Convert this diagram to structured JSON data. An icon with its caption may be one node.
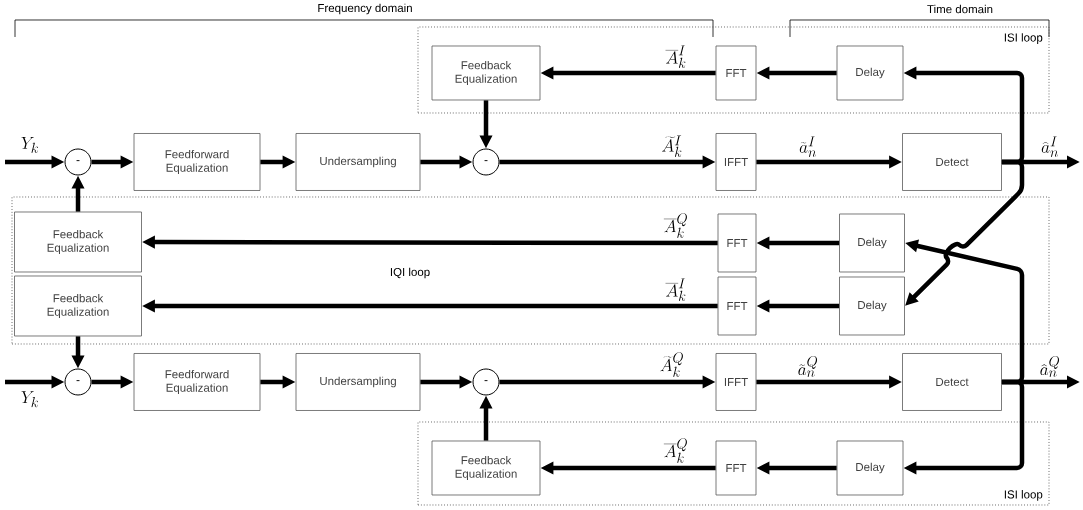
{
  "diagram": {
    "nodes": [
      {
        "text": [
          "ISI loop"
        ]
      },
      {
        "text": [
          "Feedback Equalization"
        ],
        "in": 0
      },
      {
        "text": [
          "FFT"
        ],
        "in": 0
      },
      {
        "text": [
          "Delay"
        ],
        "in": 0
      },
      {
        "text": [
          "-"
        ]
      },
      {
        "text": [
          "Feedforward Equalization"
        ]
      },
      {
        "text": [
          "Undersampling"
        ]
      },
      {
        "text": [
          "-"
        ]
      },
      {
        "text": [
          "IFFT"
        ]
      },
      {
        "text": [
          "Detect"
        ]
      },
      {
        "text": [
          "IQI loop"
        ]
      },
      {
        "text": [
          "Feedback Equalization"
        ],
        "in": 10
      },
      {
        "text": [
          "FFT"
        ],
        "in": 10
      },
      {
        "text": [
          "Delay"
        ],
        "in": 10
      },
      {
        "text": [
          "Feedback Equalization"
        ],
        "in": 10
      },
      {
        "text": [
          "FFT"
        ],
        "in": 10
      },
      {
        "text": [
          "Delay"
        ],
        "in": 10
      },
      {
        "text": [
          "-"
        ]
      },
      {
        "text": [
          "Feedforward Equalization"
        ]
      },
      {
        "text": [
          "Undersampling"
        ]
      },
      {
        "text": [
          "-"
        ]
      },
      {
        "text": [
          "IFFT"
        ]
      },
      {
        "text": [
          "Detect"
        ]
      },
      {
        "text": [
          "ISI loop"
        ]
      },
      {
        "text": [
          "Feedback Equalization"
        ],
        "in": 23
      },
      {
        "text": [
          "FFT"
        ],
        "in": 23
      },
      {
        "text": [
          "Delay"
        ],
        "in": 23
      }
    ],
    "edges": [
      {
        "from": null,
        "to": 4,
        "arrow": "to",
        "label": "Y_k"
      },
      {
        "from": 4,
        "to": 5,
        "arrow": "to"
      },
      {
        "from": 5,
        "to": 6,
        "arrow": "to"
      },
      {
        "from": 6,
        "to": 7,
        "arrow": "to"
      },
      {
        "from": 7,
        "to": 8,
        "arrow": "to",
        "label": "\\widetilde{A}_k^I"
      },
      {
        "from": 8,
        "to": 9,
        "arrow": "to",
        "label": "\\widetilde{a}_n^I"
      },
      {
        "from": 9,
        "to": null,
        "arrow": "to",
        "label": "\\widehat{a}_n^I"
      },
      {
        "from": 3,
        "to": 2,
        "arrow": "to"
      },
      {
        "from": 2,
        "to": 1,
        "arrow": "to",
        "label": "\\overline{A}_k^I"
      },
      {
        "from": 1,
        "to": 7,
        "arrow": "to"
      },
      {
        "from": 9,
        "to": 3,
        "arrow": "to"
      },
      {
        "from": 9,
        "to": 16,
        "arrow": "to"
      },
      {
        "from": 13,
        "to": 12,
        "arrow": "to"
      },
      {
        "from": 12,
        "to": 11,
        "arrow": "to",
        "label": "\\overline{A}_k^Q"
      },
      {
        "from": 16,
        "to": 15,
        "arrow": "to"
      },
      {
        "from": 15,
        "to": 14,
        "arrow": "to",
        "label": "\\overline{A}_k^I"
      },
      {
        "from": 11,
        "to": 4,
        "arrow": "to"
      },
      {
        "from": 14,
        "to": 17,
        "arrow": "to"
      },
      {
        "from": null,
        "to": 17,
        "arrow": "to",
        "label": "Y_k"
      },
      {
        "from": 17,
        "to": 18,
        "arrow": "to"
      },
      {
        "from": 18,
        "to": 19,
        "arrow": "to"
      },
      {
        "from": 19,
        "to": 20,
        "arrow": "to"
      },
      {
        "from": 20,
        "to": 21,
        "arrow": "to",
        "label": "\\widetilde{A}_k^Q"
      },
      {
        "from": 21,
        "to": 22,
        "arrow": "to",
        "label": "\\widetilde{a}_n^Q"
      },
      {
        "from": 22,
        "to": null,
        "arrow": "to",
        "label": "\\widehat{a}_n^Q"
      },
      {
        "from": 22,
        "to": 26,
        "arrow": "to"
      },
      {
        "from": 22,
        "to": 13,
        "arrow": "to"
      },
      {
        "from": 26,
        "to": 25,
        "arrow": "to"
      },
      {
        "from": 25,
        "to": 24,
        "arrow": "to",
        "label": "\\overline{A}_k^Q"
      },
      {
        "from": 24,
        "to": 20,
        "arrow": "to"
      }
    ],
    "labels": [
      "Frequency domain",
      "Time domain"
    ]
  }
}
